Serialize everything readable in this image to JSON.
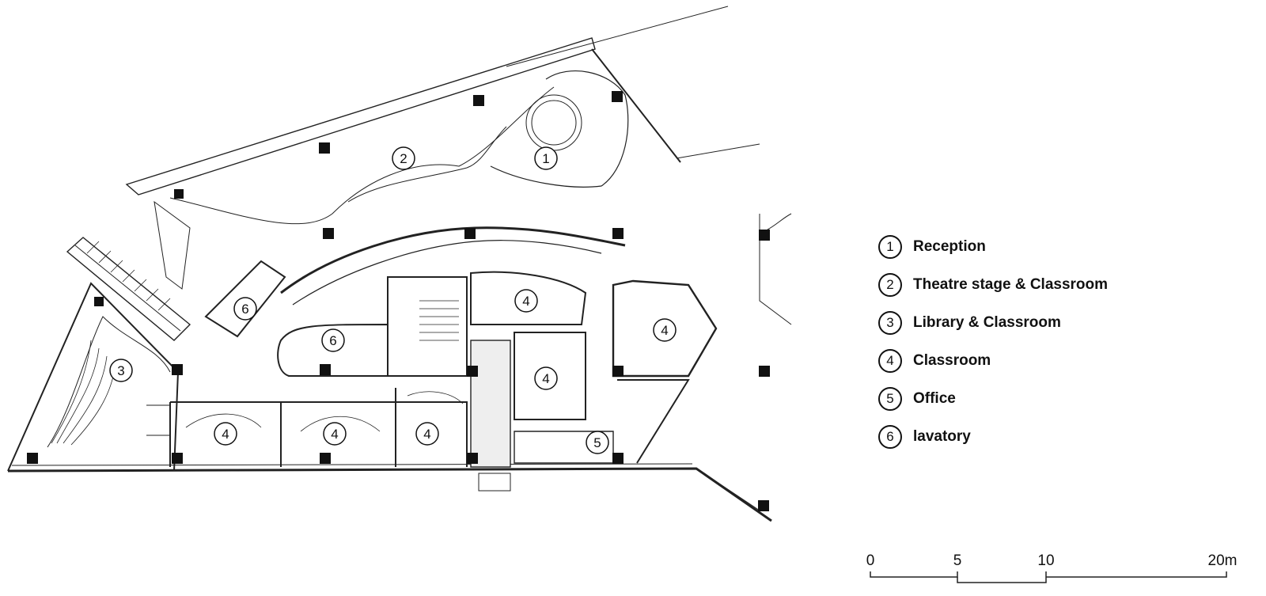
{
  "legend": [
    {
      "num": "1",
      "label": "Reception"
    },
    {
      "num": "2",
      "label": "Theatre stage  & Classroom"
    },
    {
      "num": "3",
      "label": "Library & Classroom"
    },
    {
      "num": "4",
      "label": "Classroom"
    },
    {
      "num": "5",
      "label": "Office"
    },
    {
      "num": "6",
      "label": "lavatory"
    }
  ],
  "room_markers": [
    {
      "num": "1",
      "room": "reception"
    },
    {
      "num": "2",
      "room": "theatre"
    },
    {
      "num": "3",
      "room": "library"
    },
    {
      "num": "4",
      "room": "classroom-a"
    },
    {
      "num": "4",
      "room": "classroom-b"
    },
    {
      "num": "4",
      "room": "classroom-c"
    },
    {
      "num": "4",
      "room": "classroom-d"
    },
    {
      "num": "4",
      "room": "classroom-e"
    },
    {
      "num": "4",
      "room": "classroom-f"
    },
    {
      "num": "5",
      "room": "office"
    },
    {
      "num": "6",
      "room": "lavatory-a"
    },
    {
      "num": "6",
      "room": "lavatory-b"
    }
  ],
  "scale": {
    "ticks": [
      "0",
      "5",
      "10",
      "20m"
    ]
  }
}
